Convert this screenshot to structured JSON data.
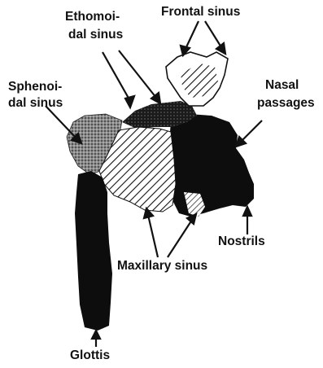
{
  "labels": {
    "ethmoidal_line1": "Ethomoi-",
    "ethmoidal_line2": "dal sinus",
    "frontal": "Frontal sinus",
    "sphenoidal_line1": "Sphenoi-",
    "sphenoidal_line2": "dal sinus",
    "nasal_line1": "Nasal",
    "nasal_line2": "passages",
    "nostrils": "Nostrils",
    "maxillary": "Maxillary sinus",
    "glottis": "Glottis"
  },
  "colors": {
    "ink": "#111111",
    "background": "#ffffff",
    "stipple": "#444444"
  }
}
